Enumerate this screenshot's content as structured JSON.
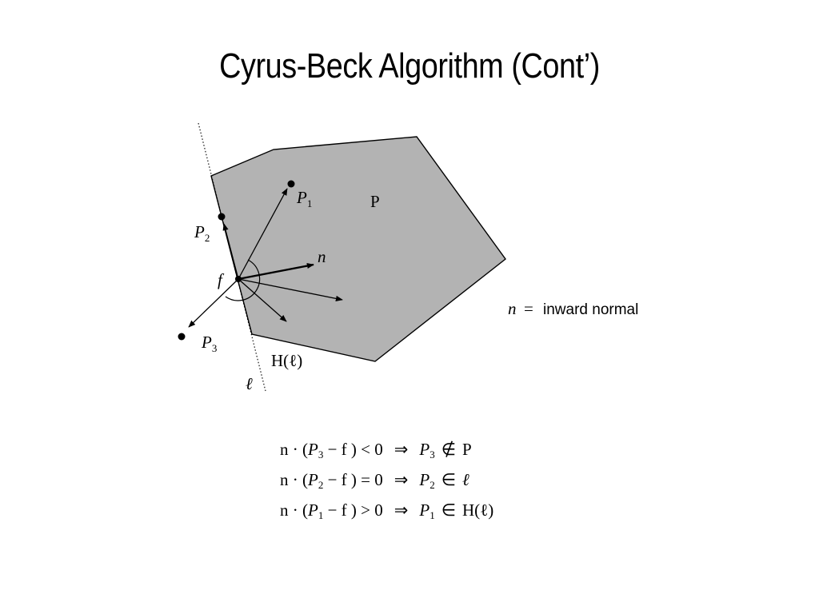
{
  "title": "Cyrus-Beck Algorithm (Cont’)",
  "diagram": {
    "polygon_label": "P",
    "halfplane_label": "H(ℓ)",
    "line_label": "ℓ",
    "point_f": "f",
    "normal_label": "n",
    "points": [
      {
        "name": "P",
        "sub": "1"
      },
      {
        "name": "P",
        "sub": "2"
      },
      {
        "name": "P",
        "sub": "3"
      }
    ],
    "legend_n": "n",
    "legend_eq": "=",
    "legend_text": "inward normal",
    "colors": {
      "polygon_fill": "#b3b3b3",
      "stroke": "#000000"
    }
  },
  "equations": [
    {
      "lhs": "n · (",
      "p": "P",
      "sub": "3",
      "mid": " − f ) < 0",
      "implies": "⇒",
      "rp": "P",
      "rsub": "3",
      "rel": "∉",
      "rhs": "P"
    },
    {
      "lhs": "n · (",
      "p": "P",
      "sub": "2",
      "mid": " − f ) = 0",
      "implies": "⇒",
      "rp": "P",
      "rsub": "2",
      "rel": "∈",
      "rhs": "ℓ"
    },
    {
      "lhs": "n · (",
      "p": "P",
      "sub": "1",
      "mid": " − f ) > 0",
      "implies": "⇒",
      "rp": "P",
      "rsub": "1",
      "rel": "∈",
      "rhs": "H(ℓ)"
    }
  ]
}
